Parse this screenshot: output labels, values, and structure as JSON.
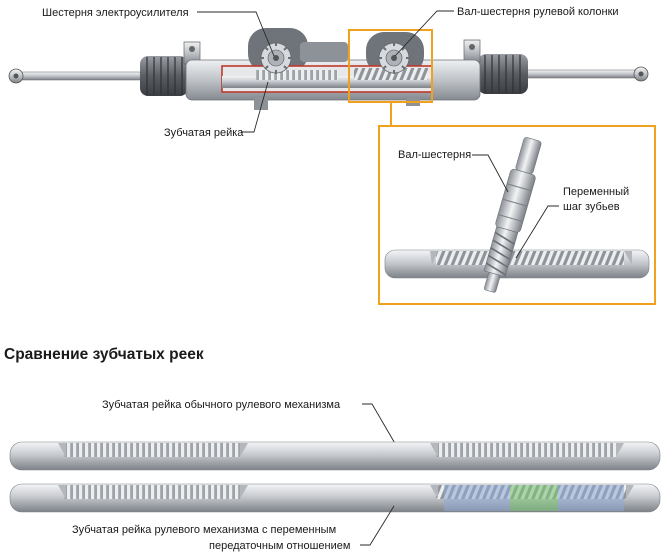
{
  "labels": {
    "motor_gear": "Шестерня электроусилителя",
    "column_pinion": "Вал-шестерня рулевой колонки",
    "rack": "Зубчатая рейка",
    "inset_pinion": "Вал-шестерня",
    "variable_pitch_line1": "Переменный",
    "variable_pitch_line2": "шаг зубьев"
  },
  "comparison": {
    "title": "Сравнение зубчатых реек",
    "conventional_rack": "Зубчатая рейка обычного рулевого механизма",
    "variable_rack_line1": "Зубчатая рейка рулевого механизма с переменным",
    "variable_rack_line2": "передаточным отношением"
  },
  "colors": {
    "highlight_frame": "#f0a21e",
    "rack_steel": "#c9ccd1",
    "boot_dark": "#5a5e63",
    "housing_red": "#c0392b",
    "variable_zone_blue": "#8fa9d6",
    "variable_zone_green": "#7fc47a"
  }
}
